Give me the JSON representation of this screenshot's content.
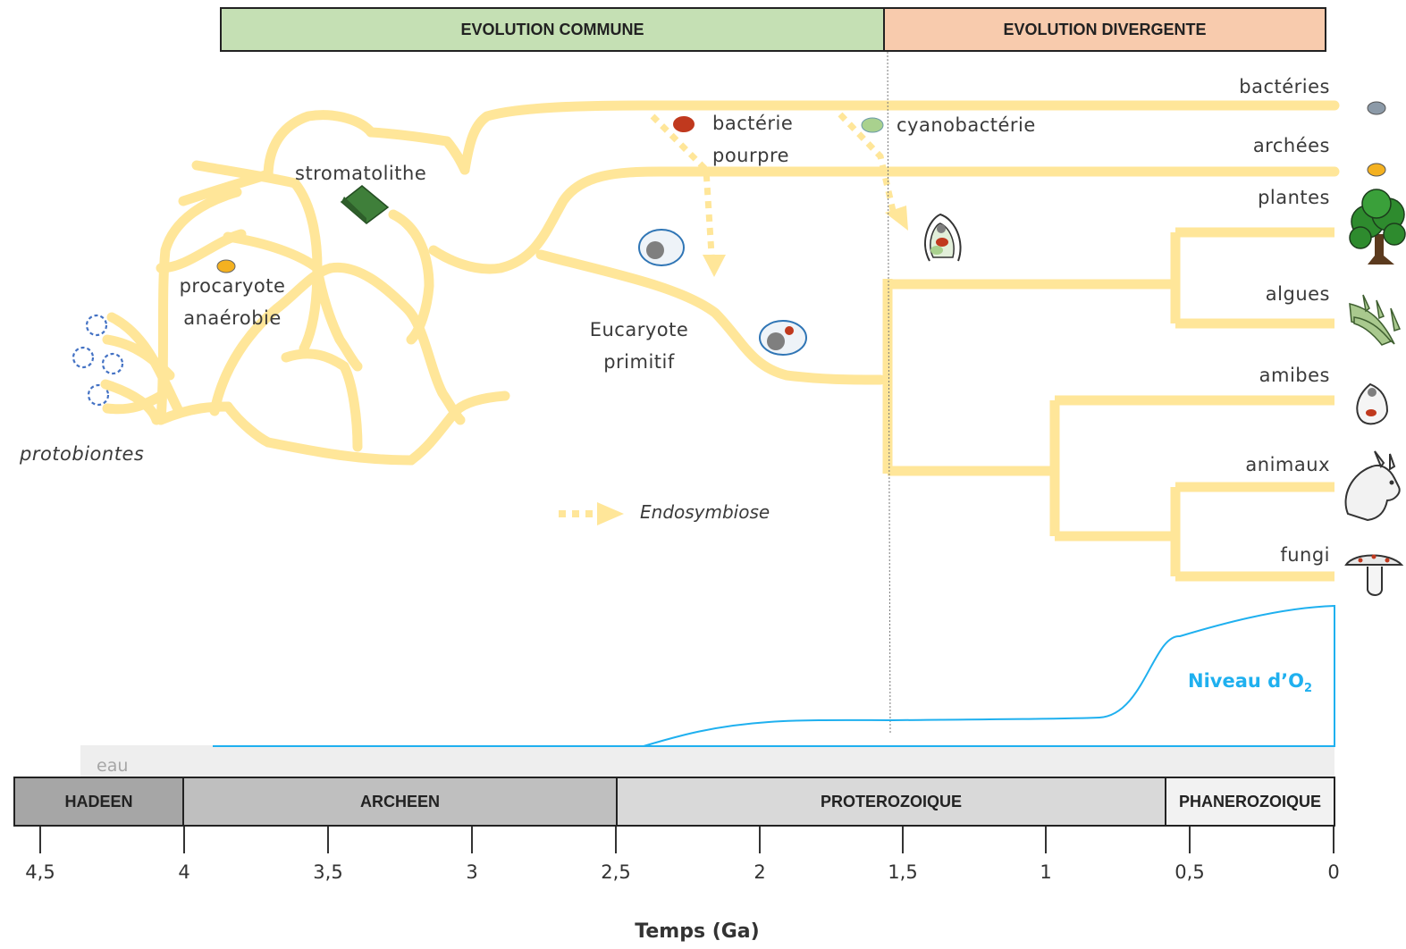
{
  "header": {
    "common": {
      "label": "EVOLUTION COMMUNE",
      "color": "#c5e0b4"
    },
    "divergent": {
      "label": "EVOLUTION DIVERGENTE",
      "color": "#f8cbad"
    }
  },
  "labels": {
    "protobiontes": "protobiontes",
    "procaryote_line1": "procaryote",
    "procaryote_line2": "anaérobie",
    "stromatolithe": "stromatolithe",
    "bacterie_line1": "bactérie",
    "bacterie_line2": "pourpre",
    "cyanobacterie": "cyanobactérie",
    "eucaryote_line1": "Eucaryote",
    "eucaryote_line2": "primitif",
    "endosymbiose": "Endosymbiose",
    "oxygen_prefix": "Niveau d’O",
    "oxygen_sub": "2",
    "eau": "eau"
  },
  "lineages": [
    "bactéries",
    "archées",
    "plantes",
    "algues",
    "amibes",
    "animaux",
    "fungi"
  ],
  "eras": [
    "HADEEN",
    "ARCHEEN",
    "PROTEROZOIQUE",
    "PHANEROZOIQUE"
  ],
  "time_axis": {
    "label": "Temps (Ga)",
    "ticks": [
      "4,5",
      "4",
      "3,5",
      "3",
      "2,5",
      "2",
      "1,5",
      "1",
      "0,5",
      "0"
    ]
  },
  "colors": {
    "branch": "#ffe699",
    "oxygen": "#1fb0ef",
    "water": "#eeeeee",
    "hadeen": "#a6a6a6",
    "archeen": "#bfbfbf",
    "proterozoique": "#d9d9d9",
    "phanerozoique": "#f2f2f2",
    "purple_bacterium": "#c0391e",
    "cyanobacterium": "#a9d18e",
    "procaryote": "#f4b120",
    "bacteria_icon": "#8c9aa8",
    "stromatolite": "#3f7f3a"
  },
  "icons": [
    "tree-icon",
    "algae-icon",
    "amoeba-icon",
    "rabbit-icon",
    "mushroom-icon"
  ]
}
